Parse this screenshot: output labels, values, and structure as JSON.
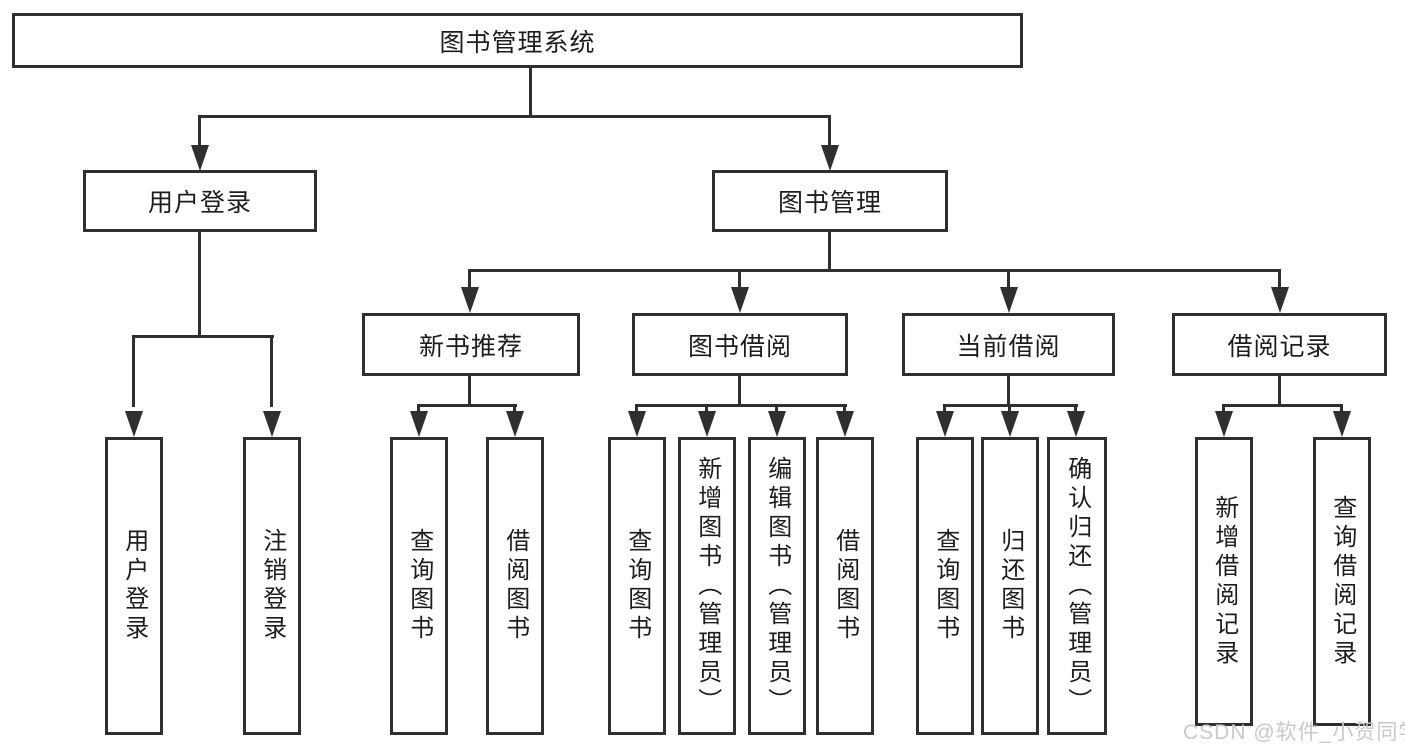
{
  "tree": {
    "label": "图书管理系统",
    "children": [
      {
        "label": "用户登录",
        "children": [
          {
            "label": "用户登录"
          },
          {
            "label": "注销登录"
          }
        ]
      },
      {
        "label": "图书管理",
        "children": [
          {
            "label": "新书推荐",
            "children": [
              {
                "label": "查询图书"
              },
              {
                "label": "借阅图书"
              }
            ]
          },
          {
            "label": "图书借阅",
            "children": [
              {
                "label": "查询图书"
              },
              {
                "label": "新增图书（管理员）"
              },
              {
                "label": "编辑图书（管理员）"
              },
              {
                "label": "借阅图书"
              }
            ]
          },
          {
            "label": "当前借阅",
            "children": [
              {
                "label": "查询图书"
              },
              {
                "label": "归还图书"
              },
              {
                "label": "确认归还（管理员）"
              }
            ]
          },
          {
            "label": "借阅记录",
            "children": [
              {
                "label": "新增借阅记录"
              },
              {
                "label": "查询借阅记录"
              }
            ]
          }
        ]
      }
    ]
  },
  "watermark": {
    "text": "CSDN @软件_小贺同学"
  },
  "colors": {
    "line": "#2f2f2f",
    "text": "#1d1d1d",
    "watermark": "#c9c9c9",
    "background": "#ffffff"
  }
}
